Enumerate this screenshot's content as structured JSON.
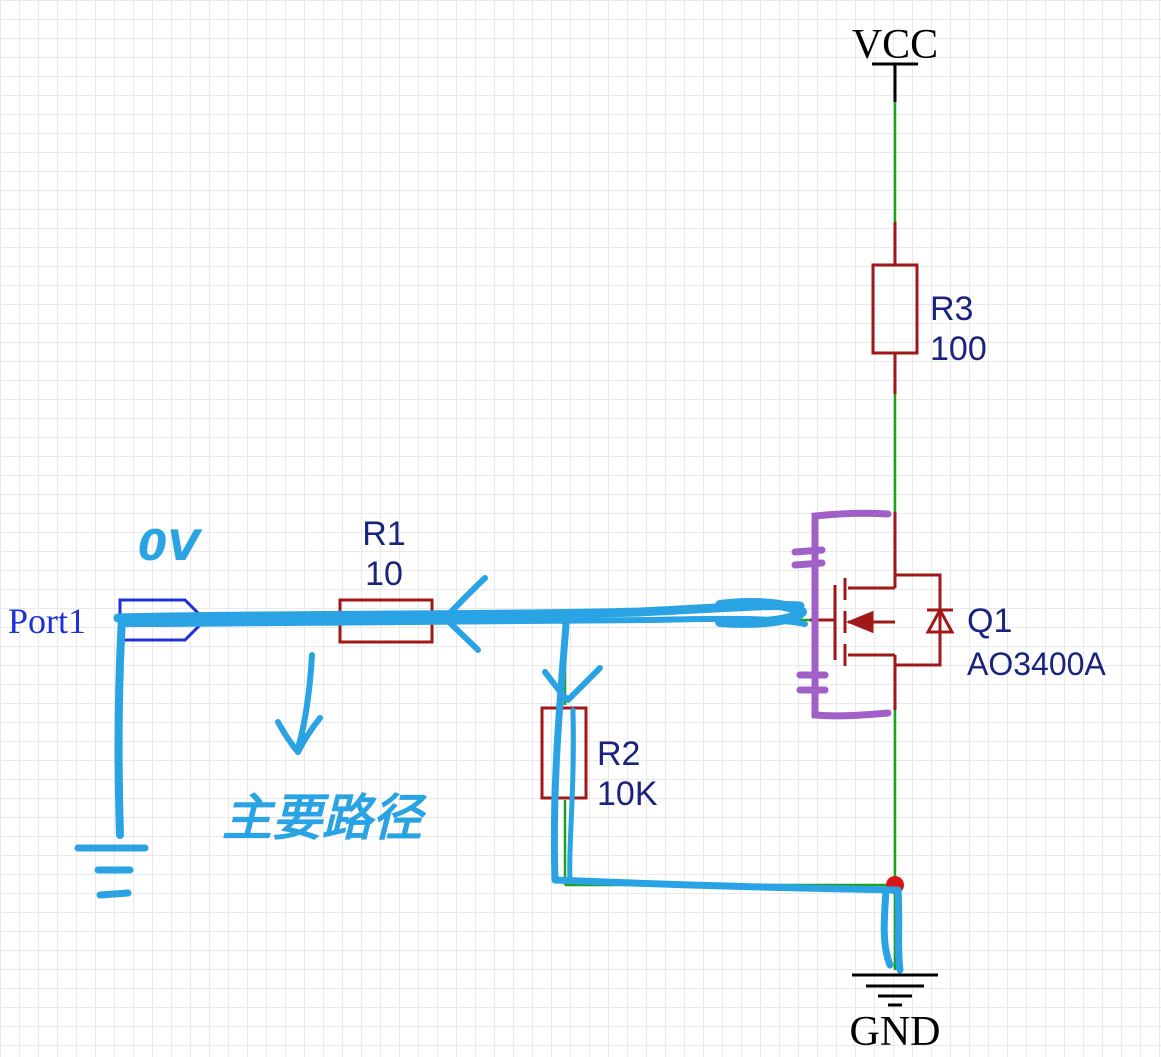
{
  "colors": {
    "wire": "#1aa31a",
    "component": "#a11818",
    "label_blue": "#1a237e",
    "port_blue": "#2030d8",
    "annotation_blue": "#29a3e3",
    "annotation_purple": "#a060c8",
    "junction": "#d81818",
    "power": "#000000"
  },
  "power": {
    "vcc_label": "VCC",
    "gnd_label": "GND"
  },
  "port": {
    "label": "Port1"
  },
  "components": {
    "r1": {
      "ref": "R1",
      "value": "10"
    },
    "r2": {
      "ref": "R2",
      "value": "10K"
    },
    "r3": {
      "ref": "R3",
      "value": "100"
    },
    "q1": {
      "ref": "Q1",
      "value": "AO3400A"
    }
  },
  "annotations": {
    "voltage": "0V",
    "main_path": "主要路径"
  }
}
